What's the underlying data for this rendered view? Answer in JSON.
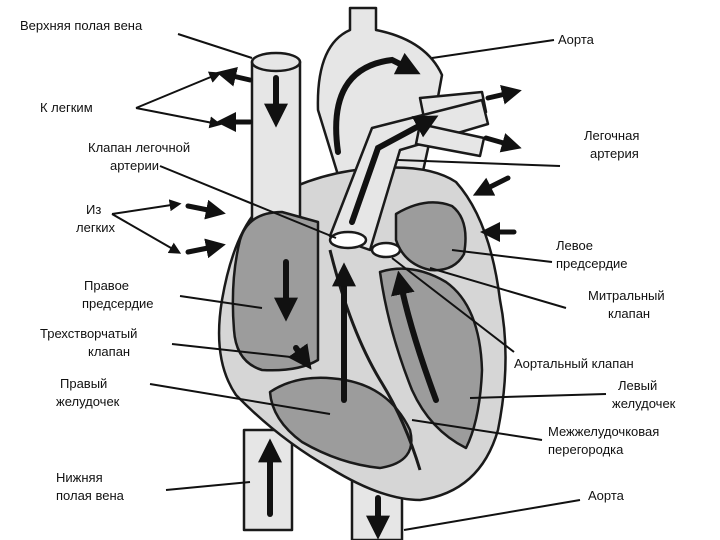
{
  "labels": {
    "svc": "Верхняя полая вена",
    "to_lungs": "К легким",
    "pulm_valve": [
      "Клапан легочной",
      "артерии"
    ],
    "from_lungs": [
      "Из",
      "легких"
    ],
    "right_atrium": [
      "Правое",
      "предсердие"
    ],
    "tricuspid": [
      "Трехстворчатый",
      "клапан"
    ],
    "right_ventricle": [
      "Правый",
      "желудочек"
    ],
    "ivc": [
      "Нижняя",
      "полая вена"
    ],
    "aorta_top": "Аорта",
    "pulm_artery": [
      "Легочная",
      "артерия"
    ],
    "left_atrium": [
      "Левое",
      "предсердие"
    ],
    "mitral": [
      "Митральный",
      "клапан"
    ],
    "aortic_valve": "Аортальный клапан",
    "left_ventricle": [
      "Левый",
      "желудочек"
    ],
    "septum": [
      "Межжелудочковая",
      "перегородка"
    ],
    "aorta_bottom": "Аорта"
  },
  "colors": {
    "outline": "#1a1a1a",
    "tissue": "#d6d6d6",
    "chamber": "#9c9c9c",
    "vessel": "#e6e6e6",
    "arrow": "#111111"
  }
}
